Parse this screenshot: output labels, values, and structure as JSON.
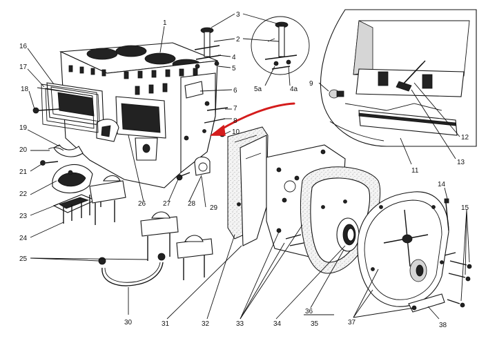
{
  "labels": {
    "l1": "1",
    "l2": "2",
    "l3": "3",
    "l4": "4",
    "l5": "5",
    "l4a": "4a",
    "l5a": "5a",
    "l6": "6",
    "l7": "7",
    "l8": "8",
    "l9": "9",
    "l10": "10",
    "l11": "11",
    "l12": "12",
    "l13": "13",
    "l14": "14",
    "l15": "15",
    "l16": "16",
    "l17": "17",
    "l18": "18",
    "l19": "19",
    "l20": "20",
    "l21": "21",
    "l22": "22",
    "l23": "23",
    "l24": "24",
    "l25": "25",
    "l26": "26",
    "l27": "27",
    "l28": "28",
    "l29": "29",
    "l30": "30",
    "l31": "31",
    "l32": "32",
    "l33": "33",
    "l34": "34",
    "l35": "35",
    "l36": "36",
    "l37": "37",
    "l38": "38"
  },
  "colors": {
    "ink": "#111111",
    "arrow": "#d41c1c",
    "paper": "#ffffff"
  }
}
